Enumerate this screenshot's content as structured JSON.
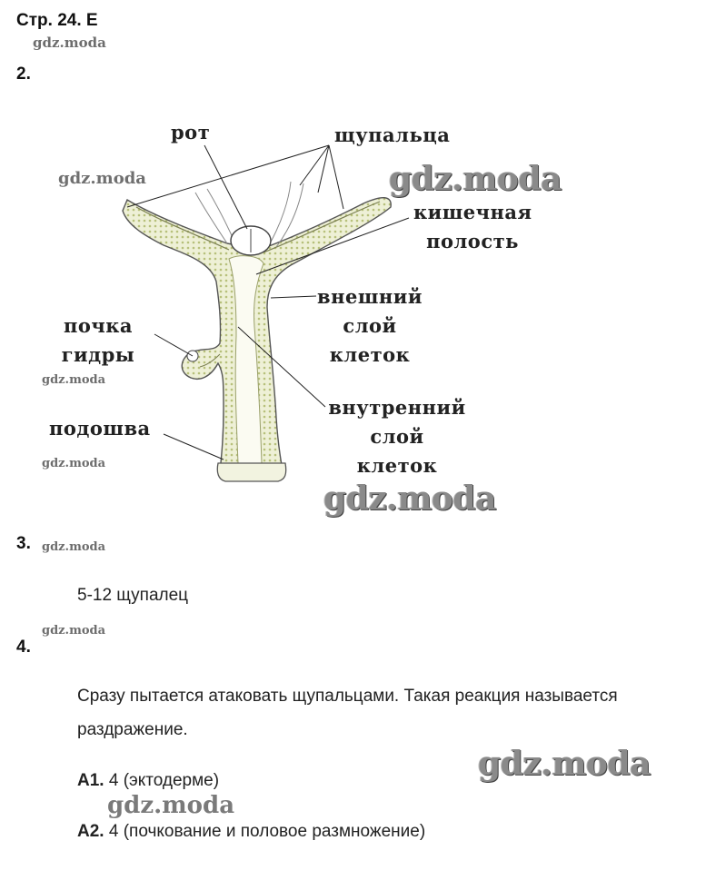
{
  "header": {
    "page_label": "Стр. 24. Е"
  },
  "watermark": {
    "text": "gdz.moda"
  },
  "sections": {
    "q2": {
      "number": "2."
    },
    "q3": {
      "number": "3.",
      "answer": "5-12 щупалец"
    },
    "q4": {
      "number": "4.",
      "answer_line1": "Сразу пытается атаковать щупальцами. Такая реакция называется",
      "answer_line2": "раздражение."
    },
    "a1": {
      "label": "А1.",
      "text": " 4 (эктодерме)"
    },
    "a2": {
      "label": "А2.",
      "text": " 4 (почкование и половое размножение)"
    }
  },
  "diagram": {
    "labels": {
      "mouth": "рот",
      "tentacles": "щупальца",
      "gut_line1": "кишечная",
      "gut_line2": "полость",
      "outer_line1": "внешний",
      "outer_line2": "слой",
      "outer_line3": "клеток",
      "bud_line1": "почка",
      "bud_line2": "гидры",
      "sole": "подошва",
      "inner_line1": "внутренний",
      "inner_line2": "слой",
      "inner_line3": "клеток"
    }
  }
}
